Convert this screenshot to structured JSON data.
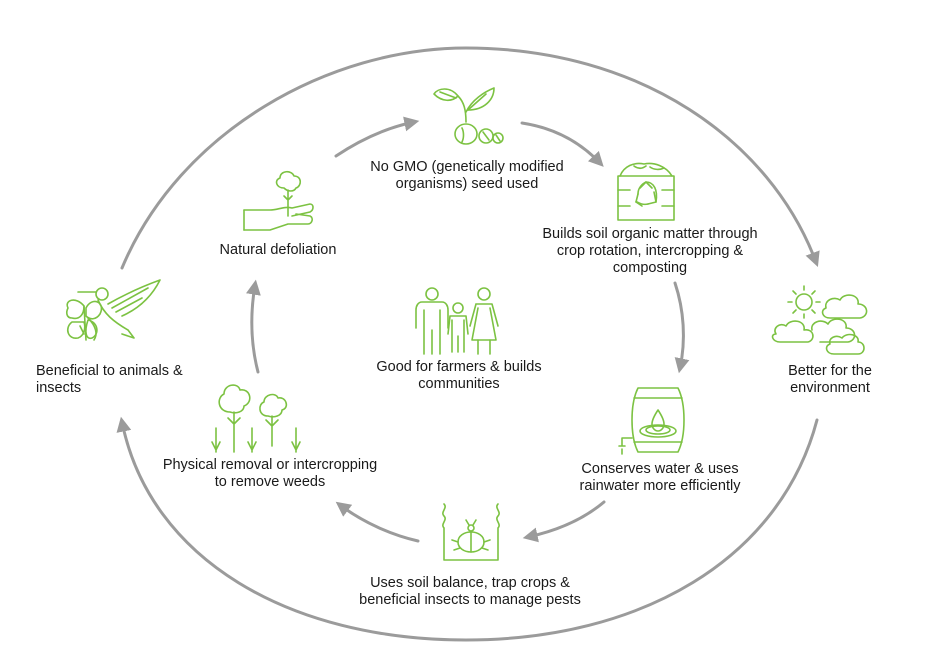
{
  "colors": {
    "icon": "#7cc242",
    "arrow": "#9b9b9b",
    "text": "#1a1a1a"
  },
  "nodes": {
    "seed": {
      "label": "No GMO (genetically modified\norganisms) seed used",
      "icon": "sprouting-seed-icon"
    },
    "soil": {
      "label": "Builds soil organic matter through\ncrop rotation, intercropping &\ncomposting",
      "icon": "compost-bin-icon"
    },
    "water": {
      "label": "Conserves water & uses\nrainwater more efficiently",
      "icon": "rain-barrel-icon"
    },
    "pests": {
      "label": "Uses soil balance, trap crops &\nbeneficial insects to manage pests",
      "icon": "beneficial-insect-icon"
    },
    "weeds": {
      "label": "Physical removal or intercropping\nto remove weeds",
      "icon": "intercropping-plants-icon"
    },
    "defoliation": {
      "label": "Natural defoliation",
      "icon": "hand-holding-plant-icon"
    },
    "community": {
      "label": "Good for farmers & builds\ncommunities",
      "icon": "family-icon"
    },
    "animals": {
      "label": "Beneficial to animals &\ninsects",
      "icon": "bird-and-butterfly-icon"
    },
    "environment": {
      "label": "Better for the\nenvironment",
      "icon": "sun-and-clouds-icon"
    }
  }
}
